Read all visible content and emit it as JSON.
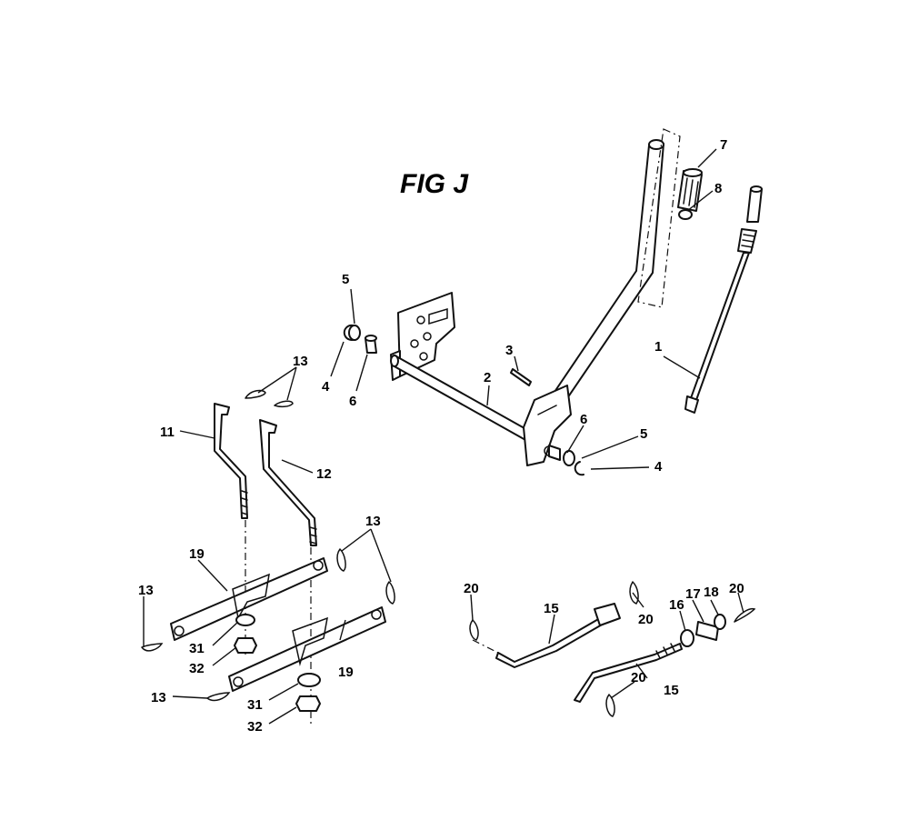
{
  "figure": {
    "title": "FIG J"
  },
  "callouts": {
    "c1": "1",
    "c2": "2",
    "c3": "3",
    "c4a": "4",
    "c4b": "4",
    "c5a": "5",
    "c5b": "5",
    "c6a": "6",
    "c6b": "6",
    "c7": "7",
    "c8": "8",
    "c11": "11",
    "c12": "12",
    "c13a": "13",
    "c13b": "13",
    "c13c": "13",
    "c13d": "13",
    "c15a": "15",
    "c15b": "15",
    "c16": "16",
    "c17": "17",
    "c18": "18",
    "c19a": "19",
    "c19b": "19",
    "c20a": "20",
    "c20b": "20",
    "c20c": "20",
    "c20d": "20",
    "c31a": "31",
    "c31b": "31",
    "c32a": "32",
    "c32b": "32"
  }
}
